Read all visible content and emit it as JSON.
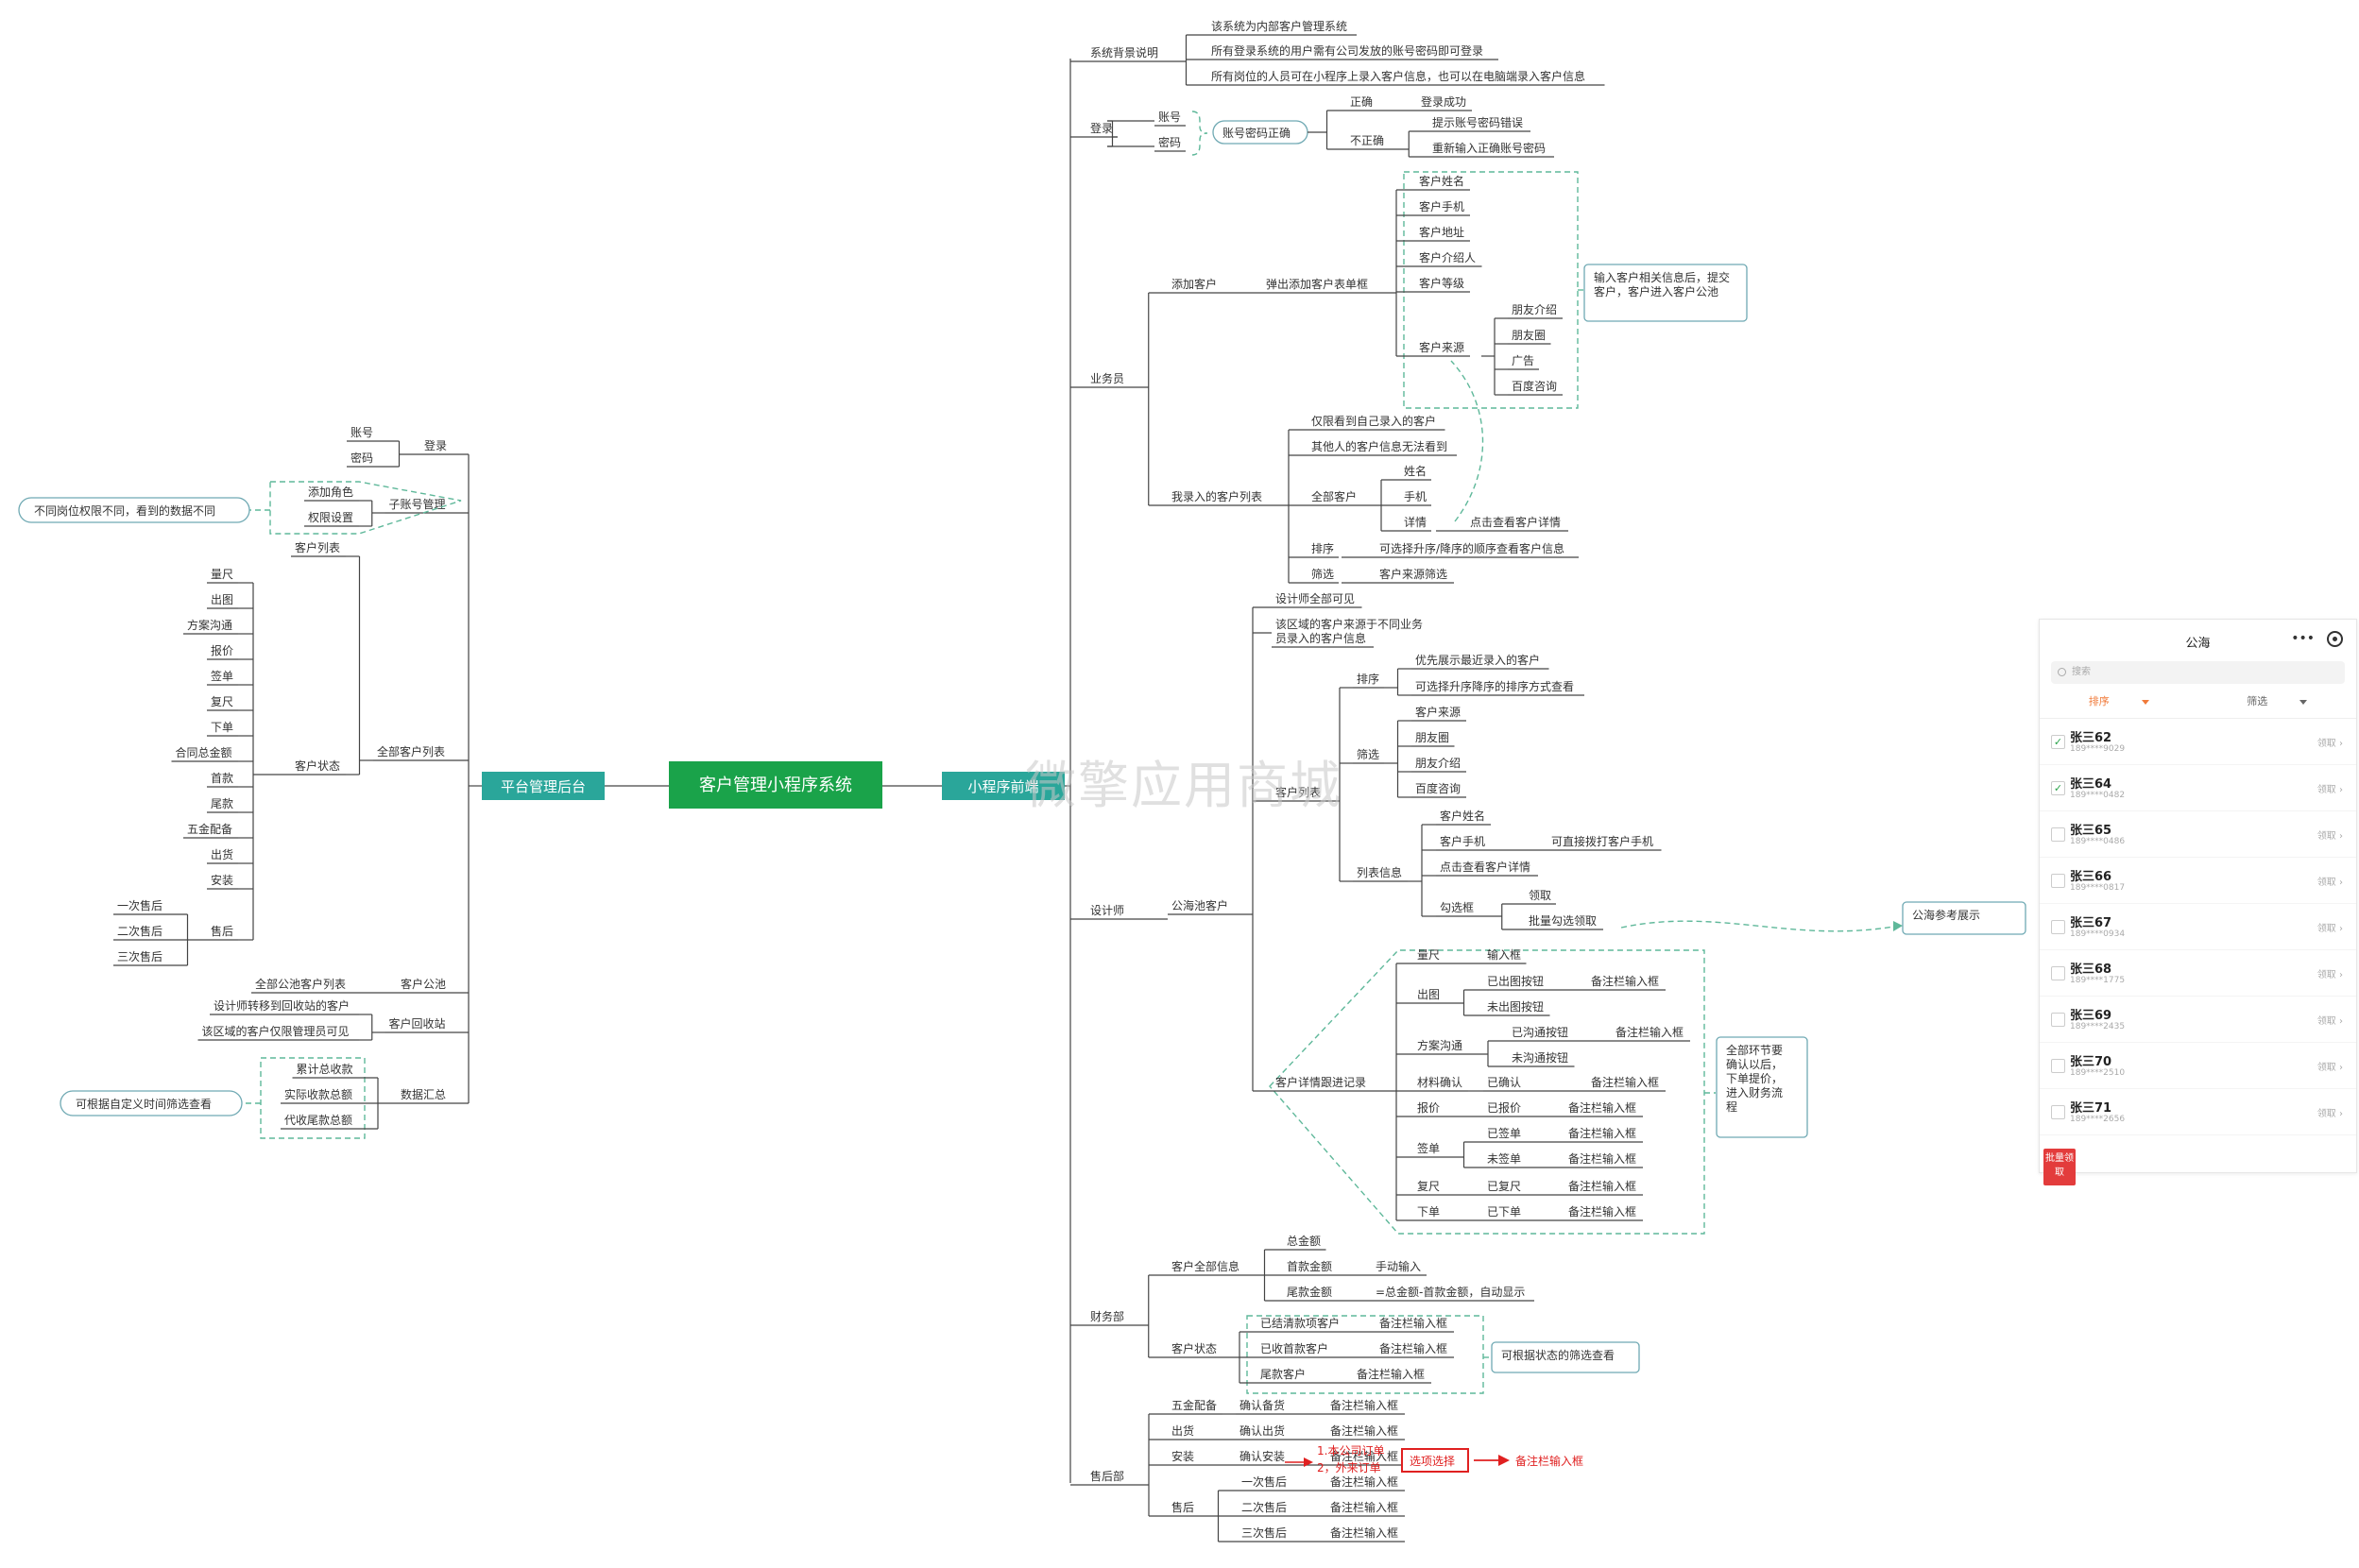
{
  "root": "客户管理小程序系统",
  "left_main": "平台管理后台",
  "right_main": "小程序前端",
  "watermark": "微擎应用商城",
  "left": {
    "login": {
      "label": "登录",
      "items": [
        "账号",
        "密码"
      ]
    },
    "sub_account": {
      "label": "子账号管理",
      "items": [
        "添加角色",
        "权限设置"
      ],
      "note": "不同岗位权限不同，看到的数据不同"
    },
    "all_customers": {
      "label": "全部客户列表",
      "customer_list": "客户列表",
      "status_label": "客户状态",
      "statuses": [
        "量尺",
        "出图",
        "方案沟通",
        "报价",
        "签单",
        "复尺",
        "下单",
        "合同总金额",
        "首款",
        "尾款",
        "五金配备",
        "出货",
        "安装"
      ],
      "after_sale": {
        "label": "售后",
        "items": [
          "一次售后",
          "二次售后",
          "三次售后"
        ]
      }
    },
    "pool": {
      "label": "客户公池",
      "items": [
        "全部公池客户列表"
      ]
    },
    "recycle": {
      "label": "客户回收站",
      "items": [
        "设计师转移到回收站的客户",
        "该区域的客户仅限管理员可见"
      ]
    },
    "summary": {
      "label": "数据汇总",
      "items": [
        "累计总收款",
        "实际收款总额",
        "代收尾款总额"
      ],
      "note": "可根据自定义时间筛选查看"
    }
  },
  "right": {
    "background": {
      "label": "系统背景说明",
      "items": [
        "该系统为内部客户管理系统",
        "所有登录系统的用户需有公司发放的账号密码即可登录",
        "所有岗位的人员可在小程序上录入客户信息，也可以在电脑端录入客户信息"
      ]
    },
    "login": {
      "label": "登录",
      "fields": [
        "账号",
        "密码"
      ],
      "check": "账号密码正确",
      "correct": "正确",
      "correct_result": "登录成功",
      "incorrect": "不正确",
      "incorrect_results": [
        "提示账号密码错误",
        "重新输入正确账号密码"
      ]
    },
    "sales": {
      "label": "业务员",
      "add": "添加客户",
      "popup": "弹出添加客户表单框",
      "form_fields": [
        "客户姓名",
        "客户手机",
        "客户地址",
        "客户介绍人",
        "客户等级",
        "客户来源"
      ],
      "sources": [
        "朋友介绍",
        "朋友圈",
        "广告",
        "百度咨询"
      ],
      "form_note": "输入客户相关信息后，提交客户，客户进入客户公池",
      "my_list": "我录入的客户列表",
      "my_items": [
        "仅限看到自己录入的客户",
        "其他人的客户信息无法看到"
      ],
      "all": "全部客户",
      "all_fields": [
        "姓名",
        "手机",
        "详情"
      ],
      "detail_note": "点击查看客户详情",
      "sort": "排序",
      "sort_note": "可选择升序/降序的顺序查看客户信息",
      "filter": "筛选",
      "filter_note": "客户来源筛选"
    },
    "designer": {
      "label": "设计师",
      "pool": "公海池客户",
      "visible": "设计师全部可见",
      "source_note": "该区域的客户来源于不同业务员录入的客户信息",
      "list": "客户列表",
      "sort": "排序",
      "sort_items": [
        "优先展示最近录入的客户",
        "可选择升序降序的排序方式查看"
      ],
      "filter": "筛选",
      "filter_items": [
        "客户来源",
        "朋友圈",
        "朋友介绍",
        "百度咨询"
      ],
      "list_info": "列表信息",
      "info_items": [
        "客户姓名",
        "客户手机",
        "点击查看客户详情"
      ],
      "call_note": "可直接拨打客户手机",
      "check": "勾选框",
      "claim": "领取",
      "batch": "批量勾选领取",
      "ref": "公海参考展示",
      "follow": "客户详情跟进记录",
      "steps": [
        {
          "name": "量尺",
          "subs": [
            [
              "输入框",
              ""
            ]
          ]
        },
        {
          "name": "出图",
          "subs": [
            [
              "已出图按钮",
              "备注栏输入框"
            ],
            [
              "未出图按钮",
              ""
            ]
          ]
        },
        {
          "name": "方案沟通",
          "subs": [
            [
              "已沟通按钮",
              "备注栏输入框"
            ],
            [
              "未沟通按钮",
              ""
            ]
          ]
        },
        {
          "name": "材料确认",
          "subs": [
            [
              "已确认",
              "备注栏输入框"
            ]
          ]
        },
        {
          "name": "报价",
          "subs": [
            [
              "已报价",
              "备注栏输入框"
            ]
          ]
        },
        {
          "name": "签单",
          "subs": [
            [
              "已签单",
              "备注栏输入框"
            ],
            [
              "未签单",
              "备注栏输入框"
            ]
          ]
        },
        {
          "name": "复尺",
          "subs": [
            [
              "已复尺",
              "备注栏输入框"
            ]
          ]
        },
        {
          "name": "下单",
          "subs": [
            [
              "已下单",
              "备注栏输入框"
            ]
          ]
        }
      ],
      "follow_note": "全部环节要确认以后，下单提价，进入财务流程"
    },
    "finance": {
      "label": "财务部",
      "info": "客户全部信息",
      "amounts": [
        [
          "总金额",
          ""
        ],
        [
          "首款金额",
          "手动输入"
        ],
        [
          "尾款金额",
          "=总金额-首款金额，自动显示"
        ]
      ],
      "status": "客户状态",
      "status_items": [
        [
          "已结清款项客户",
          "备注栏输入框"
        ],
        [
          "已收首款客户",
          "备注栏输入框"
        ],
        [
          "尾款客户",
          "备注栏输入框"
        ]
      ],
      "status_note": "可根据状态的筛选查看"
    },
    "aftersale": {
      "label": "售后部",
      "items": [
        [
          "五金配备",
          "确认备货",
          "备注栏输入框"
        ],
        [
          "出货",
          "确认出货",
          "备注栏输入框"
        ],
        [
          "安装",
          "确认安装",
          "备注栏输入框"
        ]
      ],
      "install_opts": [
        "1.本公司订单",
        "2，外来订单"
      ],
      "select": "选项选择",
      "select_result": "备注栏输入框",
      "after": "售后",
      "after_items": [
        [
          "一次售后",
          "备注栏输入框"
        ],
        [
          "二次售后",
          "备注栏输入框"
        ],
        [
          "三次售后",
          "备注栏输入框"
        ]
      ]
    }
  },
  "phone": {
    "title": "公海",
    "dots": "•••",
    "search_placeholder": "搜索",
    "tab_sort": "排序",
    "tab_filter": "筛选",
    "action": "领取",
    "batch_button": "批量领取",
    "rows": [
      {
        "name": "张三62",
        "phone": "189****9029",
        "checked": true
      },
      {
        "name": "张三64",
        "phone": "189****0482",
        "checked": true
      },
      {
        "name": "张三65",
        "phone": "189****0486",
        "checked": false
      },
      {
        "name": "张三66",
        "phone": "189****0817",
        "checked": false
      },
      {
        "name": "张三67",
        "phone": "189****0934",
        "checked": false
      },
      {
        "name": "张三68",
        "phone": "189****1775",
        "checked": false
      },
      {
        "name": "张三69",
        "phone": "189****2435",
        "checked": false
      },
      {
        "name": "张三70",
        "phone": "189****2510",
        "checked": false
      },
      {
        "name": "张三71",
        "phone": "189****2656",
        "checked": false
      }
    ]
  },
  "colors": {
    "root": "#1aa34a",
    "main": "#2aa69a",
    "accent": "#f07a3a",
    "dashed": "#5fb89a",
    "red": "#e02020"
  }
}
